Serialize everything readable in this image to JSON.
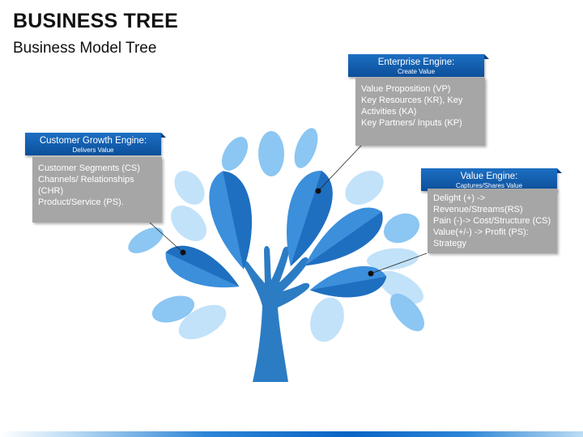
{
  "header": {
    "title": "BUSINESS TREE",
    "subtitle": "Business Model Tree"
  },
  "callouts": {
    "customer": {
      "title": "Customer Growth Engine:",
      "subtitle": "Delivers Value",
      "lines": [
        "Customer Segments (CS)",
        "Channels/ Relationships (CHR)",
        "Product/Service (PS)."
      ]
    },
    "enterprise": {
      "title": "Enterprise Engine:",
      "subtitle": "Create Value",
      "lines": [
        "Value Proposition (VP)",
        "Key Resources (KR), Key Activities (KA)",
        "Key Partners/ Inputs (KP)"
      ]
    },
    "value": {
      "title": "Value Engine:",
      "subtitle": "Captures/Shares Value",
      "lines": [
        "Delight (+) -> Revenue/Streams(RS)",
        "Pain (-)-> Cost/Structure (CS)",
        "Value(+/-) -> Profit (PS):",
        "Strategy"
      ]
    }
  },
  "colors": {
    "trunk": "#2c7cc4",
    "leaf_dark": "#1f6fc0",
    "leaf_mid": "#3b8fdb",
    "leaf_light": "#8cc6f2",
    "leaf_pale": "#c2e2fa",
    "header": "#0c4f9a",
    "box": "#a6a6a6"
  }
}
